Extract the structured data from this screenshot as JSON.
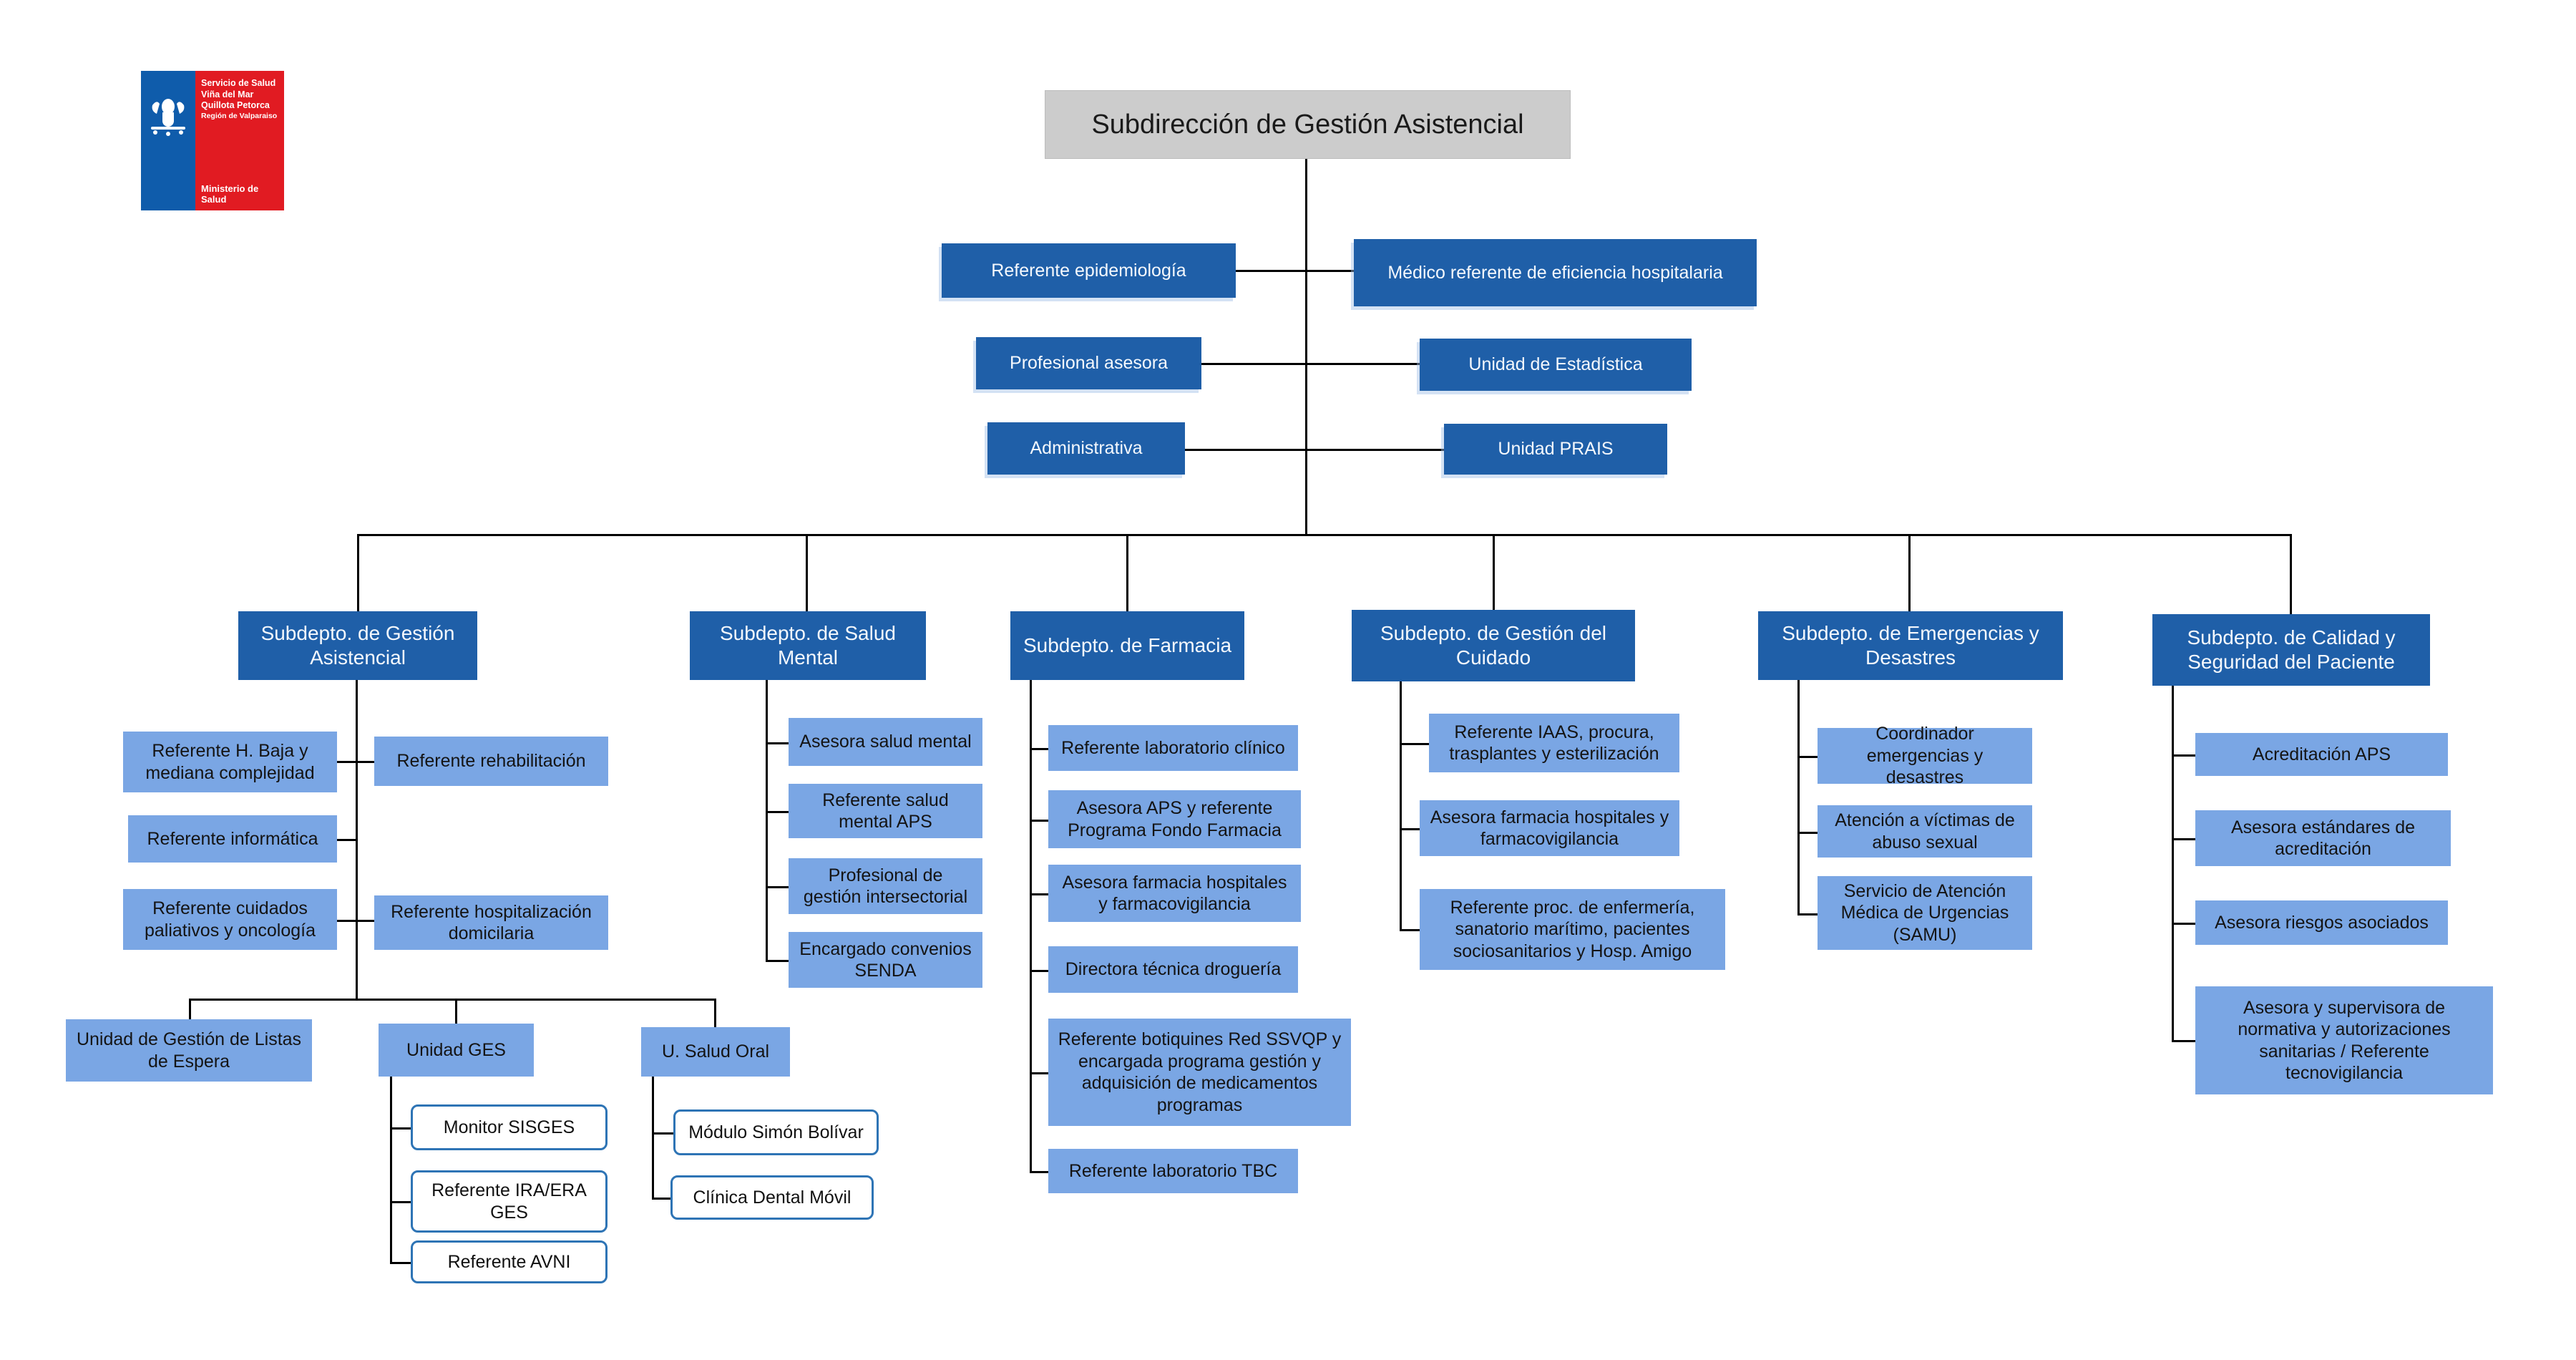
{
  "colors": {
    "header_blue": "#1f5fa8",
    "item_blue": "#7aa6e4",
    "outline_blue": "#2e74b5",
    "title_gray": "#cccccc",
    "line_black": "#000000",
    "logo_blue": "#0f5cab",
    "logo_red": "#e11b22"
  },
  "logo": {
    "lines": [
      "Servicio de Salud",
      "Viña del Mar",
      "Quillota Petorca",
      "Región de Valparaiso"
    ],
    "footer": "Ministerio de Salud"
  },
  "root": {
    "title": "Subdirección de Gestión Asistencial"
  },
  "staff": {
    "rows": [
      {
        "left": "Referente epidemiología",
        "right": "Médico referente de eficiencia hospitalaria"
      },
      {
        "left": "Profesional asesora",
        "right": "Unidad de Estadística"
      },
      {
        "left": "Administrativa",
        "right": "Unidad PRAIS"
      }
    ]
  },
  "departments": [
    {
      "title": "Subdepto. de Gestión Asistencial",
      "left_items": [
        "Referente H. Baja y mediana complejidad",
        "Referente informática",
        "Referente cuidados paliativos y oncología"
      ],
      "right_items": [
        "Referente rehabilitación",
        "Referente hospitalización domicilaria"
      ],
      "units": [
        {
          "title": "Unidad de Gestión de Listas de Espera",
          "children": []
        },
        {
          "title": "Unidad GES",
          "children": [
            "Monitor SISGES",
            "Referente IRA/ERA GES",
            "Referente AVNI"
          ]
        },
        {
          "title": "U. Salud Oral",
          "children": [
            "Módulo Simón Bolívar",
            "Clínica Dental Móvil"
          ]
        }
      ]
    },
    {
      "title": "Subdepto. de Salud Mental",
      "items": [
        "Asesora salud mental",
        "Referente salud mental APS",
        "Profesional de gestión intersectorial",
        "Encargado convenios SENDA"
      ]
    },
    {
      "title": "Subdepto. de Farmacia",
      "items": [
        "Referente laboratorio clínico",
        "Asesora APS y referente Programa Fondo Farmacia",
        "Asesora farmacia hospitales y farmacovigilancia",
        "Directora técnica droguería",
        "Referente botiquines Red SSVQP y encargada programa gestión y adquisición de medicamentos programas",
        "Referente laboratorio TBC"
      ]
    },
    {
      "title": "Subdepto. de Gestión del Cuidado",
      "items": [
        "Referente IAAS, procura, trasplantes y esterilización",
        "Asesora farmacia hospitales y farmacovigilancia",
        "Referente proc. de enfermería, sanatorio marítimo, pacientes sociosanitarios y Hosp. Amigo"
      ]
    },
    {
      "title": "Subdepto. de Emergencias y Desastres",
      "items": [
        "Coordinador emergencias y desastres",
        "Atención a víctimas de abuso sexual",
        "Servicio de Atención Médica de Urgencias (SAMU)"
      ]
    },
    {
      "title": "Subdepto. de Calidad y Seguridad del Paciente",
      "items": [
        "Acreditación APS",
        "Asesora estándares de acreditación",
        "Asesora riesgos asociados",
        "Asesora y supervisora de normativa y autorizaciones sanitarias / Referente tecnovigilancia"
      ]
    }
  ]
}
